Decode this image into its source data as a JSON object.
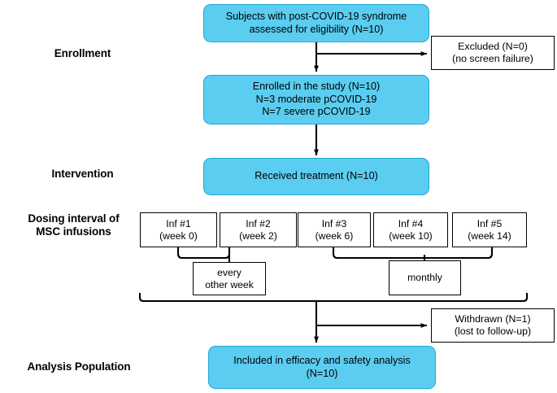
{
  "figure": {
    "type": "flowchart",
    "title": "CONSORT-style participant flow diagram for MSC infusion study in post-COVID-19 syndrome",
    "accent_blue_fill": "#5BCDF0",
    "accent_blue_border": "#23A8D8",
    "outline_color": "#000000",
    "background": "#FFFFFF"
  },
  "stage_labels": [
    {
      "id": "enrollment",
      "text": "Enrollment"
    },
    {
      "id": "intervention",
      "text": "Intervention"
    },
    {
      "id": "dosing-line1",
      "text": "Dosing interval of"
    },
    {
      "id": "dosing-line2",
      "text": "MSC infusions"
    },
    {
      "id": "analysis",
      "text": "Analysis Population"
    }
  ],
  "nodes": {
    "screening": {
      "line1": "Subjects with post-COVID-19 syndrome",
      "line2": "assessed for eligibility  (N=10)",
      "style": "blue"
    },
    "excluded": {
      "line1": "Excluded (N=0)",
      "line2": "(no screen failure)",
      "style": "white"
    },
    "enrolled": {
      "line1": "Enrolled in the study (N=10)",
      "line2": "N=3 moderate pCOVID-19",
      "line3": "N=7 severe pCOVID-19",
      "style": "blue"
    },
    "treatment": {
      "line1": "Received treatment (N=10)",
      "style": "blue"
    },
    "withdrawn": {
      "line1": "Withdrawn (N=1)",
      "line2": "(lost to follow-up)",
      "style": "white"
    },
    "analysis_population": {
      "line1": "Included in efficacy and safety analysis",
      "line2": "(N=10)",
      "style": "blue"
    }
  },
  "infusions": [
    {
      "id": "inf1",
      "line1": "Inf #1",
      "line2": "(week 0)"
    },
    {
      "id": "inf2",
      "line1": "Inf #2",
      "line2": "(week 2)"
    },
    {
      "id": "inf3",
      "line1": "Inf #3",
      "line2": "(week 6)"
    },
    {
      "id": "inf4",
      "line1": "Inf #4",
      "line2": "(week 10)"
    },
    {
      "id": "inf5",
      "line1": "Inf #5",
      "line2": "(week 14)"
    }
  ],
  "interval_groups": [
    {
      "id": "every-other-week",
      "line1": "every",
      "line2": "other week",
      "covers": [
        "inf1",
        "inf2"
      ]
    },
    {
      "id": "monthly",
      "line1": "monthly",
      "line2": "",
      "covers": [
        "inf3",
        "inf4",
        "inf5"
      ]
    }
  ],
  "counts": {
    "screened": 10,
    "excluded": 0,
    "enrolled": 10,
    "moderate": 3,
    "severe": 7,
    "treated": 10,
    "withdrawn": 1,
    "analyzed": 10
  }
}
